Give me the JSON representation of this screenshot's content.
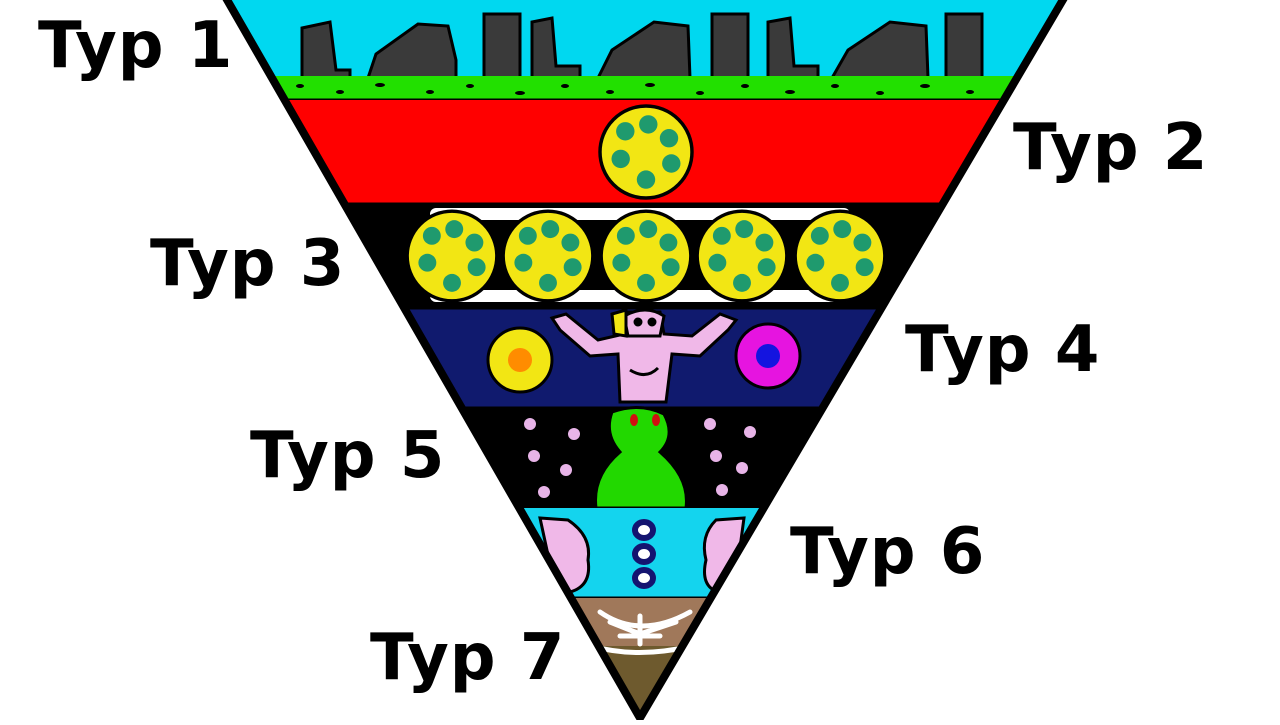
{
  "labels": [
    "Typ 1",
    "Typ 2",
    "Typ 3",
    "Typ 4",
    "Typ 5",
    "Typ 6",
    "Typ 7"
  ],
  "colors": {
    "sky": "#00d8f0",
    "grass": "#22e000",
    "red": "#ff0000",
    "black": "#000000",
    "navy": "#101a6e",
    "aqua": "#14d4ee",
    "earth": "#a0785a",
    "ground": "#6e5a2e",
    "yellow": "#f2e614",
    "dot": "#1f9a6e",
    "lilac": "#e8b4e8",
    "green": "#22d800",
    "building": "#3a3a3a"
  }
}
